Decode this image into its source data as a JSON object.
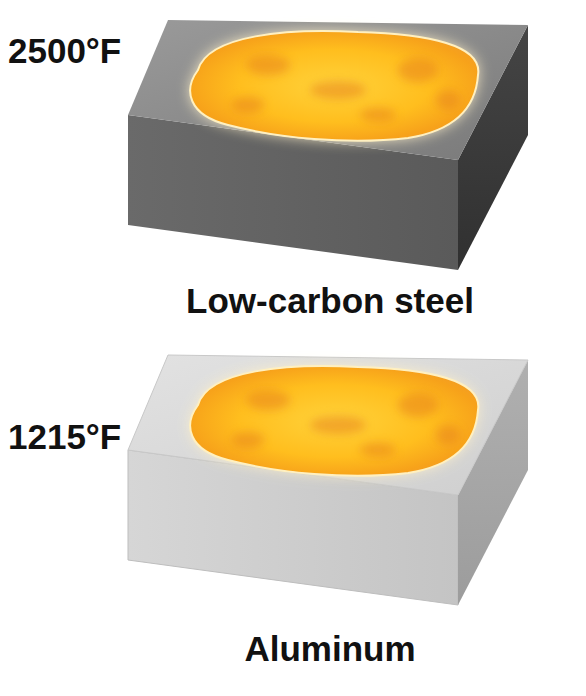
{
  "diagram": {
    "labels": [
      "2500°F",
      "Low-carbon steel",
      "1215°F",
      "Aluminum"
    ]
  }
}
